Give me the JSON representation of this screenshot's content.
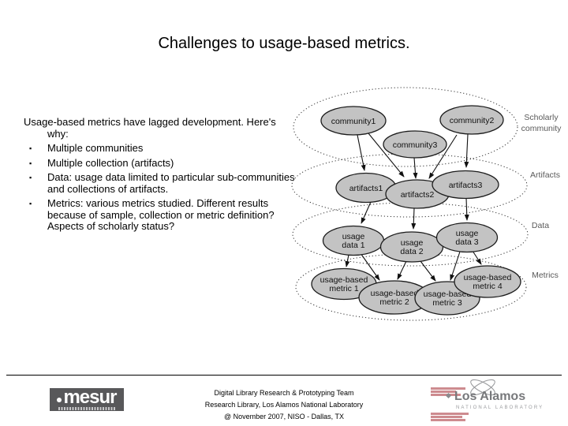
{
  "title": "Challenges to usage-based metrics.",
  "body": {
    "bullet_char": "▪",
    "intro": "Usage-based metrics have lagged development. Here's why:",
    "bullets": [
      "Multiple communities",
      "Multiple collection (artifacts)",
      "Data: usage data limited to particular sub-communities and collections of artifacts.",
      "Metrics: various metrics studied. Different results because of sample, collection or metric definition? Aspects of scholarly status?"
    ]
  },
  "diagram": {
    "band_labels": [
      "Scholarly community",
      "Artifacts",
      "Data",
      "Metrics"
    ],
    "nodes": {
      "community1": {
        "l1": "community1"
      },
      "community2": {
        "l1": "community2"
      },
      "community3": {
        "l1": "community3"
      },
      "artifacts1": {
        "l1": "artifacts1"
      },
      "artifacts2": {
        "l1": "artifacts2"
      },
      "artifacts3": {
        "l1": "artifacts3"
      },
      "usage_data_1": {
        "l1": "usage",
        "l2": "data 1"
      },
      "usage_data_2": {
        "l1": "usage",
        "l2": "data 2"
      },
      "usage_data_3": {
        "l1": "usage",
        "l2": "data 3"
      },
      "metric_1": {
        "l1": "usage-based",
        "l2": "metric 1"
      },
      "metric_2": {
        "l1": "usage-based",
        "l2": "metric 2"
      },
      "metric_3": {
        "l1": "usage-based",
        "l2": "metric 3"
      },
      "metric_4": {
        "l1": "usage-based",
        "l2": "metric 4"
      }
    }
  },
  "footer": {
    "mesur_text": "mesur",
    "credit_line1": "Digital Library Research & Prototyping Team",
    "credit_line2": "Research Library, Los Alamos National Laboratory",
    "credit_line3": "@ November 2007, NISO - Dallas, TX",
    "lanl_name": "Los Alamos",
    "lanl_sub": "NATIONAL LABORATORY"
  },
  "colors": {
    "node_fill": "#c3c3c3",
    "node_stroke": "#1c1c1c",
    "band_label": "#5a5a5a",
    "mesur_box": "#58585a",
    "lanl_gray": "#77787b",
    "funding_red": "#c4777b"
  }
}
